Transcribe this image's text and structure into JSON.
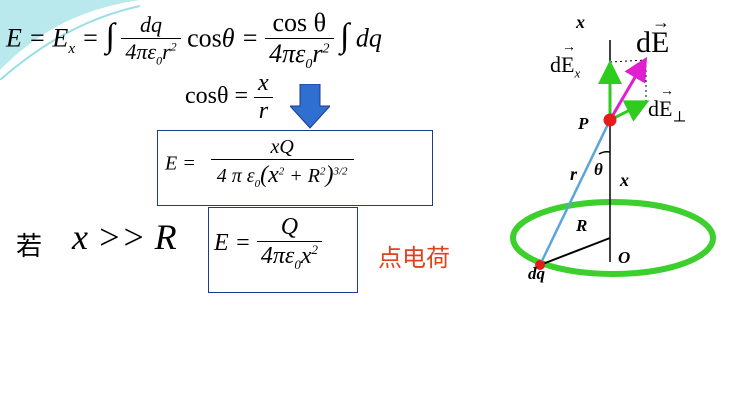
{
  "colors": {
    "accent_teal": "#7fd6de",
    "box_border": "#1e3a8a",
    "ring_green": "#3ccf2e",
    "radius_line": "#5aa6d9",
    "field_magenta": "#e01fd0",
    "charge_red": "#e51c1c",
    "note_red": "#e0431b"
  },
  "formulas": {
    "top": {
      "lhs": "E = E",
      "sub_x": "x",
      "eq": "=",
      "integral": "∫",
      "frac1_num": "dq",
      "frac1_den_a": "4πε",
      "frac1_den_sub": "0",
      "frac1_den_b": "r",
      "frac1_den_sup": "2",
      "cos": "cos",
      "theta": "θ",
      "eq2": "=",
      "frac2_num": "cos θ",
      "frac2_den_a": "4πε",
      "frac2_den_sub": "0",
      "frac2_den_b": "r",
      "frac2_den_sup": "2",
      "integral2": "∫",
      "dq": "dq"
    },
    "cos_def": {
      "lhs": "cosθ =",
      "num": "x",
      "den": "r"
    },
    "boxed_main": {
      "lhs": "E  =",
      "num": "xQ",
      "den_a": "4 π  ε",
      "den_sub": "0",
      "den_b": "(x",
      "den_sup1": "2",
      "den_c": "+ R",
      "den_sup2": "2",
      "den_d": ")",
      "den_sup3": "3/2"
    },
    "condition": {
      "ruo": "若",
      "expr": "x >> R"
    },
    "boxed_point": {
      "lhs": "E =",
      "num": "Q",
      "den_a": "4πε",
      "den_sub": "0",
      "den_b": "x",
      "den_sup": "2"
    },
    "note": "点电荷"
  },
  "diagram": {
    "axis_label": "x",
    "dE": "dE",
    "dEx": "dE",
    "dEx_sub": "x",
    "dEperp": "dE",
    "dEperp_sub": "⊥",
    "point_P": "P",
    "r_label": "r",
    "theta_label": "θ",
    "x_label": "x",
    "R_label": "R",
    "O_label": "O",
    "dq_label": "dq"
  }
}
